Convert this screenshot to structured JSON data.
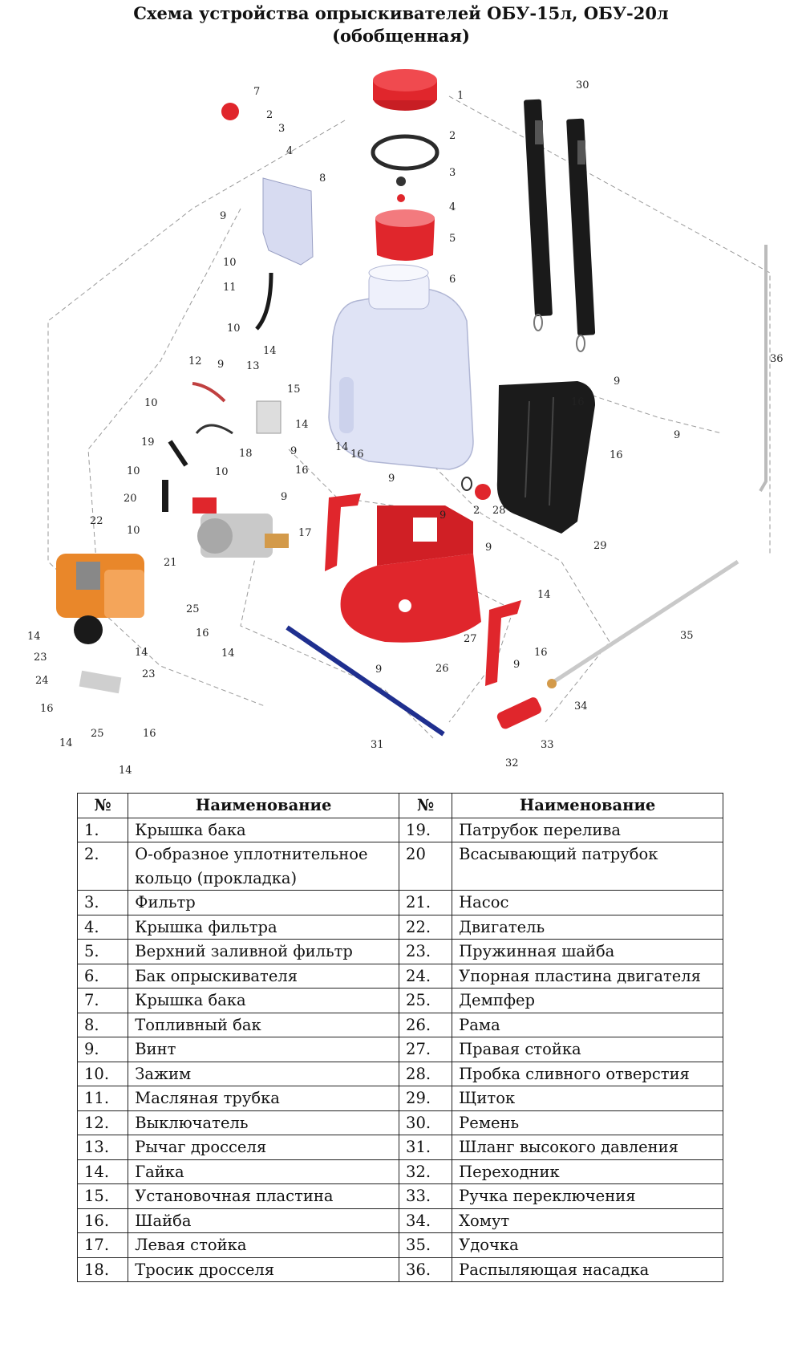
{
  "title": {
    "line1": "Схема устройства опрыскивателей ОБУ-15л, ОБУ-20л",
    "line2": "(обобщенная)"
  },
  "diagram": {
    "callouts": [
      "1",
      "2",
      "3",
      "4",
      "5",
      "6",
      "7",
      "2",
      "3",
      "4",
      "8",
      "9",
      "10",
      "11",
      "10",
      "12",
      "9",
      "13",
      "14",
      "15",
      "14",
      "10",
      "19",
      "10",
      "18",
      "10",
      "20",
      "10",
      "9",
      "14",
      "16",
      "16",
      "9",
      "17",
      "9",
      "2",
      "28",
      "9",
      "9",
      "22",
      "21",
      "25",
      "16",
      "14",
      "14",
      "23",
      "14",
      "23",
      "24",
      "16",
      "25",
      "16",
      "14",
      "14",
      "14",
      "16",
      "27",
      "9",
      "26",
      "9",
      "30",
      "36",
      "9",
      "16",
      "9",
      "16",
      "29",
      "35",
      "34",
      "33",
      "31",
      "32"
    ],
    "colors": {
      "red": "#e0262c",
      "tank": "#dfe3f5",
      "orange": "#e9872a",
      "blue": "#1f2f8f",
      "black": "#1a1a1a",
      "grey": "#bdbdbd"
    }
  },
  "table": {
    "headers": [
      "№",
      "Наименование",
      "№",
      "Наименование"
    ],
    "rows": [
      [
        "1.",
        "Крышка бака",
        "19.",
        "Патрубок перелива"
      ],
      [
        "2.",
        "О-образное уплотнительное кольцо (прокладка)",
        "20",
        "Всасывающий патрубок"
      ],
      [
        "3.",
        "Фильтр",
        "21.",
        "Насос"
      ],
      [
        "4.",
        "Крышка фильтра",
        "22.",
        "Двигатель"
      ],
      [
        "5.",
        "Верхний заливной фильтр",
        "23.",
        "Пружинная шайба"
      ],
      [
        "6.",
        "Бак опрыскивателя",
        "24.",
        "Упорная пластина двигателя"
      ],
      [
        "7.",
        "Крышка бака",
        "25.",
        "Демпфер"
      ],
      [
        "8.",
        "Топливный бак",
        "26.",
        "Рама"
      ],
      [
        "9.",
        "Винт",
        "27.",
        "Правая стойка"
      ],
      [
        "10.",
        "Зажим",
        "28.",
        "Пробка сливного отверстия"
      ],
      [
        "11.",
        "Масляная трубка",
        "29.",
        "Щиток"
      ],
      [
        "12.",
        "Выключатель",
        "30.",
        "Ремень"
      ],
      [
        "13.",
        "Рычаг дросселя",
        "31.",
        "Шланг высокого давления"
      ],
      [
        "14.",
        "Гайка",
        "32.",
        "Переходник"
      ],
      [
        "15.",
        "Установочная пластина",
        "33.",
        "Ручка переключения"
      ],
      [
        "16.",
        "Шайба",
        "34.",
        "Хомут"
      ],
      [
        "17.",
        "Левая стойка",
        "35.",
        "Удочка"
      ],
      [
        "18.",
        "Тросик дросселя",
        "36.",
        "Распыляющая насадка"
      ]
    ]
  }
}
